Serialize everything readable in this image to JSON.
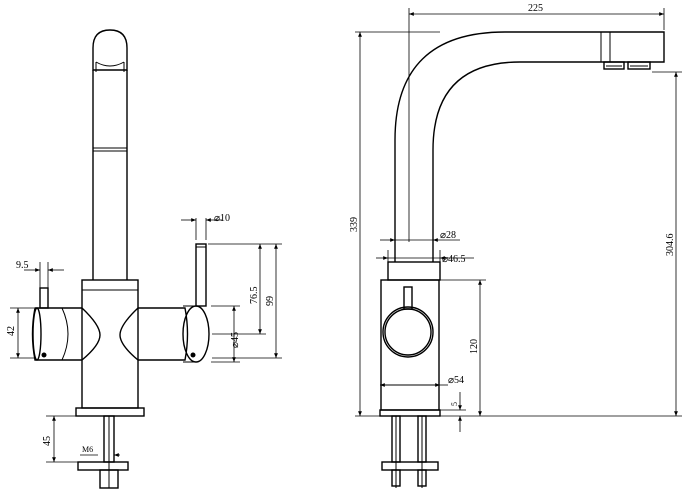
{
  "front_view": {
    "dimensions": {
      "handle_diameter": "10",
      "lever_width": "9.5",
      "handle_height_1": "76.5",
      "handle_height_2": "99",
      "body_height": "42",
      "body_diameter": "45",
      "shank_length": "45",
      "thread": "M6"
    }
  },
  "side_view": {
    "dimensions": {
      "reach": "225",
      "total_height": "339",
      "spout_height": "304.6",
      "spout_diameter": "28",
      "column_diameter": "46.5",
      "body_height": "120",
      "base_diameter": "54",
      "base_thickness": "5"
    }
  },
  "symbols": {
    "diameter": "⌀"
  }
}
